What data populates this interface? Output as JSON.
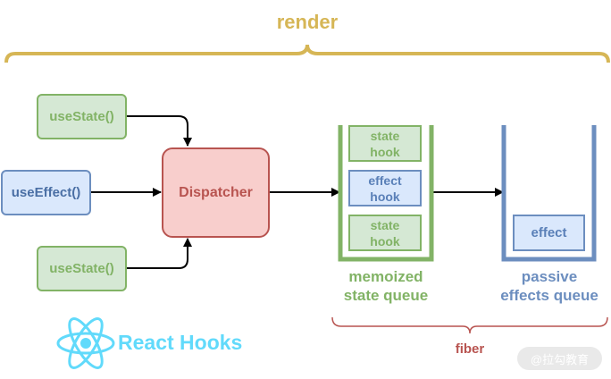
{
  "title": "render",
  "react_hooks_label": "React Hooks",
  "inputs": [
    {
      "label": "useState()"
    },
    {
      "label": "useEffect()"
    },
    {
      "label": "useState()"
    }
  ],
  "dispatcher": {
    "label": "Dispatcher"
  },
  "memo_queue": {
    "items": [
      "state\nhook",
      "effect\nhook",
      "state\nhook"
    ],
    "caption": "memoized\nstate queue"
  },
  "effects_queue": {
    "items": [
      "effect"
    ],
    "caption": "passive\neffects queue"
  },
  "fiber_label": "fiber",
  "watermark": "@拉勾教育",
  "colors": {
    "render": "#d6b656",
    "green": "#82b366",
    "blue": "#6c8ebf",
    "red": "#b85450",
    "react": "#61dafb"
  }
}
